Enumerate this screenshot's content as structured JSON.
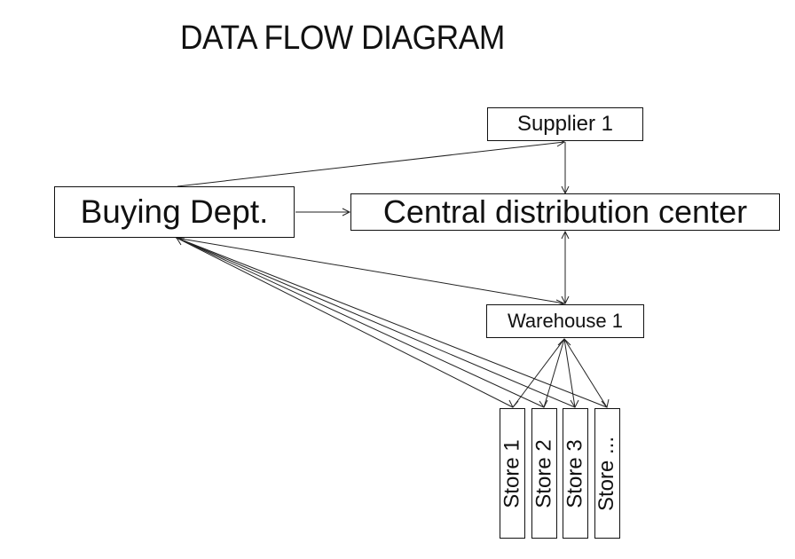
{
  "title": "DATA FLOW DIAGRAM",
  "nodes": {
    "supplier": "Supplier 1",
    "buying": "Buying Dept.",
    "central": "Central distribution center",
    "warehouse": "Warehouse 1",
    "stores": [
      "Store 1",
      "Store 2",
      "Store 3",
      "Store ..."
    ]
  },
  "edges": [
    {
      "from": "Buying Dept.",
      "to": "Supplier 1"
    },
    {
      "from": "Supplier 1",
      "to": "Central distribution center"
    },
    {
      "from": "Buying Dept.",
      "to": "Central distribution center"
    },
    {
      "from": "Central distribution center",
      "to": "Warehouse 1",
      "bidirectional": true
    },
    {
      "from": "Buying Dept.",
      "to": "Warehouse 1",
      "bidirectional": true
    },
    {
      "from": "Warehouse 1",
      "to": "Store 1",
      "bidirectional": true
    },
    {
      "from": "Warehouse 1",
      "to": "Store 2",
      "bidirectional": true
    },
    {
      "from": "Warehouse 1",
      "to": "Store 3",
      "bidirectional": true
    },
    {
      "from": "Warehouse 1",
      "to": "Store ...",
      "bidirectional": true
    },
    {
      "from": "Buying Dept.",
      "to": "Store 1",
      "bidirectional": true
    },
    {
      "from": "Buying Dept.",
      "to": "Store 2",
      "bidirectional": true
    },
    {
      "from": "Buying Dept.",
      "to": "Store 3",
      "bidirectional": true
    },
    {
      "from": "Buying Dept.",
      "to": "Store ...",
      "bidirectional": true
    }
  ]
}
